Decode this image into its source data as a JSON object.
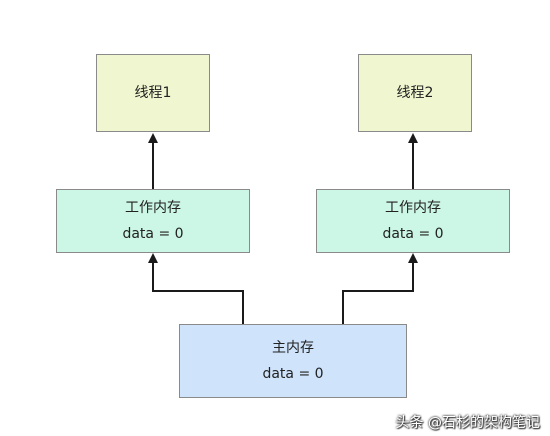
{
  "thread1": {
    "label": "线程1"
  },
  "thread2": {
    "label": "线程2"
  },
  "work1": {
    "title": "工作内存",
    "value": "data = 0"
  },
  "work2": {
    "title": "工作内存",
    "value": "data = 0"
  },
  "main_memory": {
    "title": "主内存",
    "value": "data = 0"
  },
  "watermark": "头条 @石杉的架构笔记",
  "colors": {
    "thread_fill": "#f0f7d0",
    "work_fill": "#ccf7e6",
    "main_fill": "#cfe3fb",
    "border": "#8a8a8a",
    "line": "#1a1a1a"
  }
}
